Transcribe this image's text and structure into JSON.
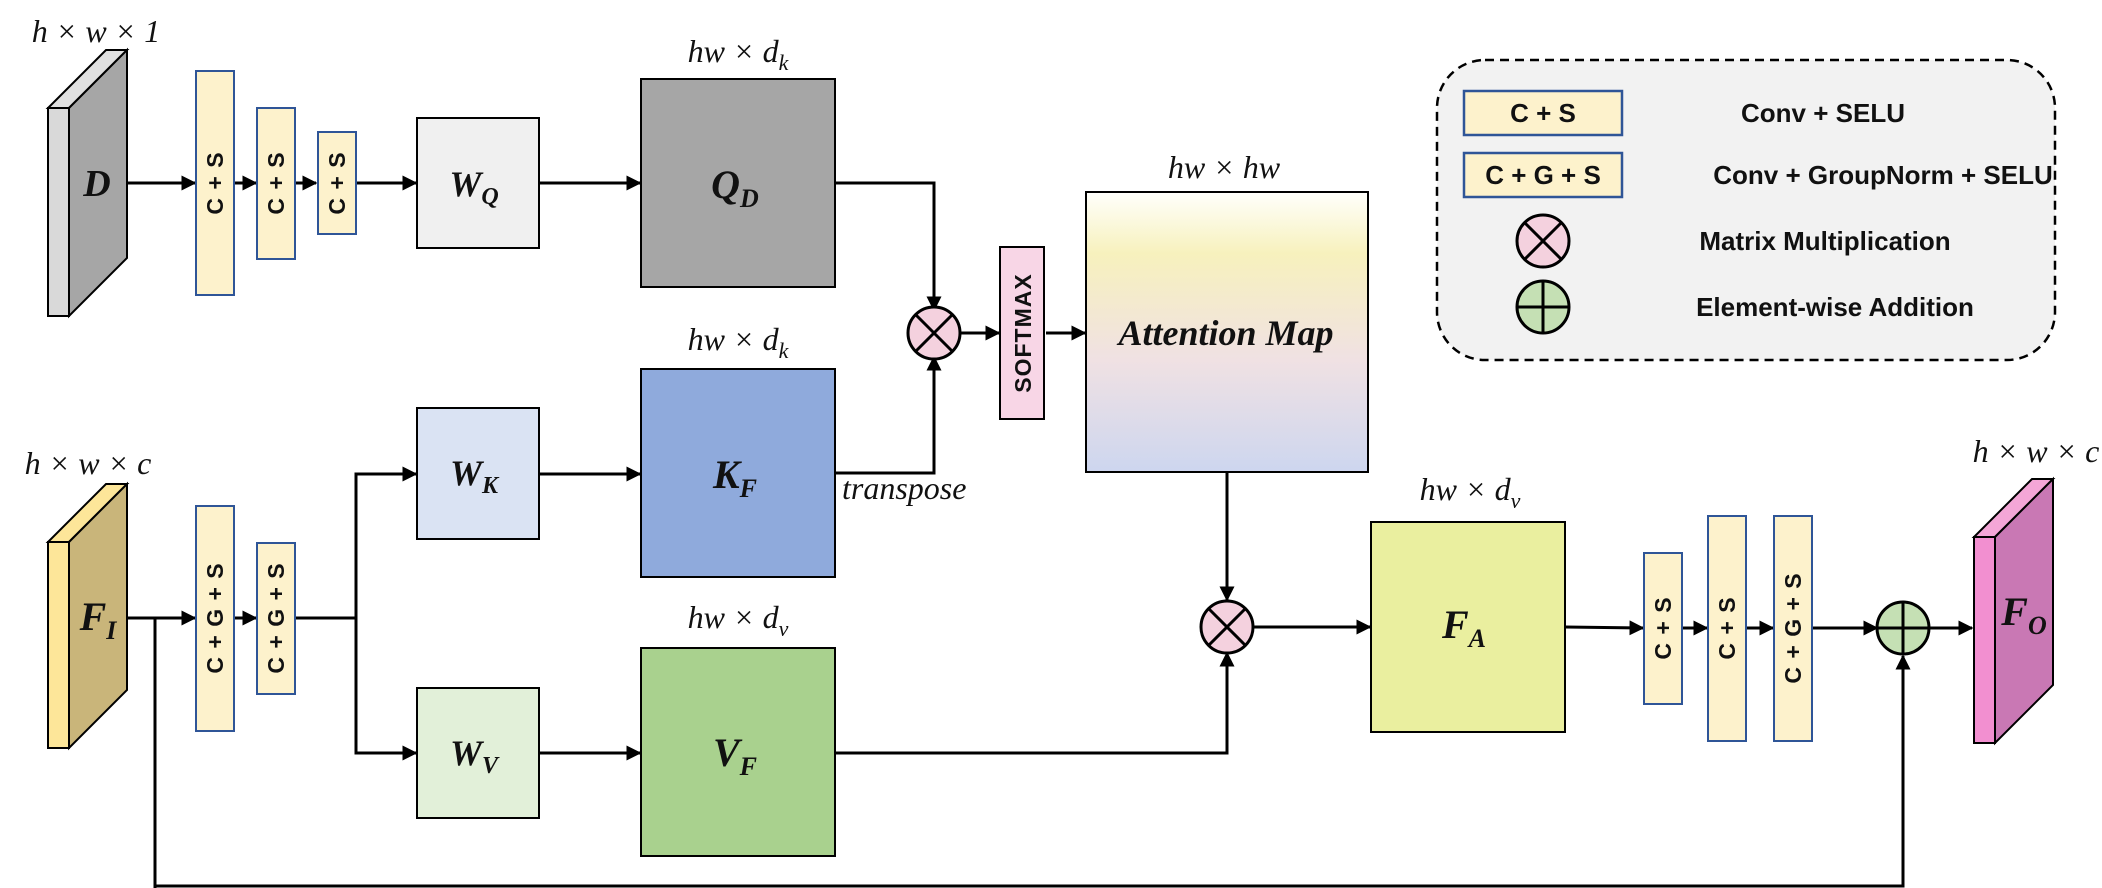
{
  "diagram": {
    "inputs": {
      "depth": {
        "symbol": "D",
        "dim": "h × w × 1"
      },
      "feature": {
        "symbol": "F",
        "sub": "I",
        "dim": "h × w × c"
      }
    },
    "output": {
      "symbol": "F",
      "sub": "O",
      "dim": "h × w × c"
    },
    "blocks": {
      "cs": "C + S",
      "cgs": "C + G + S"
    },
    "weights": {
      "wq": {
        "symbol": "W",
        "sub": "Q"
      },
      "wk": {
        "symbol": "W",
        "sub": "K"
      },
      "wv": {
        "symbol": "W",
        "sub": "V"
      }
    },
    "matrices": {
      "q": {
        "symbol": "Q",
        "sub": "D",
        "dim_main": "hw × d",
        "dim_sub": "k"
      },
      "k": {
        "symbol": "K",
        "sub": "F",
        "dim_main": "hw × d",
        "dim_sub": "k"
      },
      "v": {
        "symbol": "V",
        "sub": "F",
        "dim_main": "hw × d",
        "dim_sub": "v"
      },
      "fa": {
        "symbol": "F",
        "sub": "A",
        "dim_main": "hw × d",
        "dim_sub": "v"
      }
    },
    "softmax": "SOFTMAX",
    "attention": {
      "label": "Attention Map",
      "dim": "hw × hw"
    },
    "transpose": "transpose"
  },
  "legend": {
    "items": [
      {
        "key": "C + S",
        "desc": "Conv + SELU"
      },
      {
        "key": "C + G + S",
        "desc": "Conv + GroupNorm + SELU"
      },
      {
        "icon": "matrix-multiplication-icon",
        "desc": "Matrix Multiplication"
      },
      {
        "icon": "element-wise-addition-icon",
        "desc": "Element-wise Addition"
      }
    ]
  },
  "colors": {
    "block_fill": "#fdf2cc",
    "block_stroke": "#2f5597",
    "q_fill": "#a6a6a6",
    "k_fill": "#8faadc",
    "v_fill": "#a9d18e",
    "fa_fill": "#eaef9f",
    "w_fill": "#f0f0f0",
    "wk_fill": "#dae3f3",
    "wv_fill": "#e2f0d9",
    "softmax_fill": "#f8d6e6",
    "mult_fill": "#f4d1de",
    "add_fill": "#c5e0b4"
  }
}
